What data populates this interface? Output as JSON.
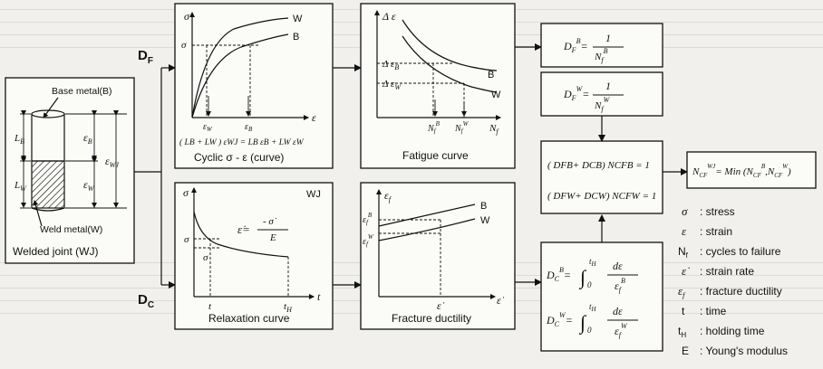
{
  "welded_joint": {
    "base_metal": "Base metal(B)",
    "weld_metal": "Weld metal(W)",
    "caption": "Welded joint (WJ)",
    "l_b": "L",
    "l_b_sub": "B",
    "l_w": "L",
    "l_w_sub": "W",
    "eps_b": "ε",
    "eps_b_sub": "B",
    "eps_w": "ε",
    "eps_w_sub": "W",
    "eps_wj": "ε",
    "eps_wj_sub": "WJ"
  },
  "branches": {
    "df": "D",
    "df_sub": "F",
    "dc": "D",
    "dc_sub": "C"
  },
  "cyclic_box": {
    "y_axis": "σ",
    "x_axis": "ε",
    "sigma_tick": "σ",
    "curve_w": "W",
    "curve_b": "B",
    "eps_w": "ε",
    "eps_w_sub": "W",
    "eps_b": "ε",
    "eps_b_sub": "B",
    "equation": "( L",
    "equation_full": "( LB + LW ) εWJ = LB εB + LW εW",
    "caption": "Cyclic σ - ε (curve)"
  },
  "fatigue_box": {
    "y_axis": "Δ ε",
    "delta_eps_b": "Δ ε",
    "delta_eps_b_sub": "B",
    "delta_eps_w": "Δ ε",
    "delta_eps_w_sub": "W",
    "curve_b": "B",
    "curve_w": "W",
    "nf_b": "N",
    "nf_b_sub": "f",
    "nf_b_sup": "B",
    "nf_w": "N",
    "nf_w_sub": "f",
    "nf_w_sup": "W",
    "x_axis": "N",
    "x_axis_sub": "f",
    "caption": "Fatigue curve"
  },
  "relax_box": {
    "tag": "WJ",
    "y_axis": "σ",
    "x_axis": "t",
    "sigma_tick": "σ",
    "sigma_dot_tick": "σ̇",
    "t_tick": "t",
    "th_tick": "t",
    "th_sub": "H",
    "formula_lhs": "ε̇=",
    "formula_num": "- σ̇",
    "formula_den": "E",
    "caption": "Relaxation curve"
  },
  "ductility_box": {
    "y_axis": "ε",
    "y_axis_sub": "f",
    "ef_b": "ε",
    "ef_b_sub": "f",
    "ef_b_sup": "B",
    "ef_w": "ε",
    "ef_w_sub": "f",
    "ef_w_sup": "W",
    "curve_b": "B",
    "curve_w": "W",
    "x_tick": "ε̇",
    "x_axis": "ε̇",
    "caption": "Fracture ductility"
  },
  "formulas": {
    "df_b": "D",
    "df_b_sub": "F",
    "df_b_sup": "B",
    "df_b_num": "1",
    "df_b_den": "N",
    "df_b_den_sub": "f",
    "df_b_den_sup": "B",
    "df_w": "D",
    "df_w_sub": "F",
    "df_w_sup": "W",
    "df_w_num": "1",
    "df_w_den": "N",
    "df_w_den_sub": "f",
    "df_w_den_sup": "W",
    "sum_b": "( D",
    "sum_b_text": "( DFB+ DCB) NCFB = 1",
    "sum_w_text": "( DFW+ DCW) NCFW = 1",
    "dc_b_lhs": "D",
    "dc_b_sub": "C",
    "dc_b_sup": "B",
    "dc_int": "∫",
    "dc_upper": "t",
    "dc_upper_sub": "H",
    "dc_lower": "0",
    "dc_num": "dε",
    "dc_den": "ε",
    "dc_den_sub": "f",
    "dc_b_den_sup": "B",
    "dc_w_lhs": "D",
    "dc_w_sub": "C",
    "dc_w_sup": "W",
    "dc_w_den_sup": "W",
    "ncf_result": "N",
    "ncf_result_sub": "CF",
    "ncf_result_sup": "WJ",
    "ncf_rhs": "= Min (N",
    "ncf_rhs_b_sub": "CF",
    "ncf_rhs_b_sup": "B",
    "ncf_rhs_w": "N",
    "ncf_rhs_w_sub": "CF",
    "ncf_rhs_w_sup": "W",
    "ncf_close": ")"
  },
  "legend": [
    {
      "symbol": "σ",
      "sub": "",
      "desc": ": stress"
    },
    {
      "symbol": "ε",
      "sub": "",
      "desc": ": strain"
    },
    {
      "symbol": "N",
      "sub": "f",
      "desc": ": cycles to failure"
    },
    {
      "symbol": "ε̇",
      "sub": "",
      "desc": ": strain rate"
    },
    {
      "symbol": "ε",
      "sub": "f",
      "desc": ": fracture ductility"
    },
    {
      "symbol": "t",
      "sub": "",
      "desc": ": time"
    },
    {
      "symbol": "t",
      "sub": "H",
      "desc": ": holding time"
    },
    {
      "symbol": "E",
      "sub": "",
      "desc": ": Young's modulus"
    }
  ]
}
